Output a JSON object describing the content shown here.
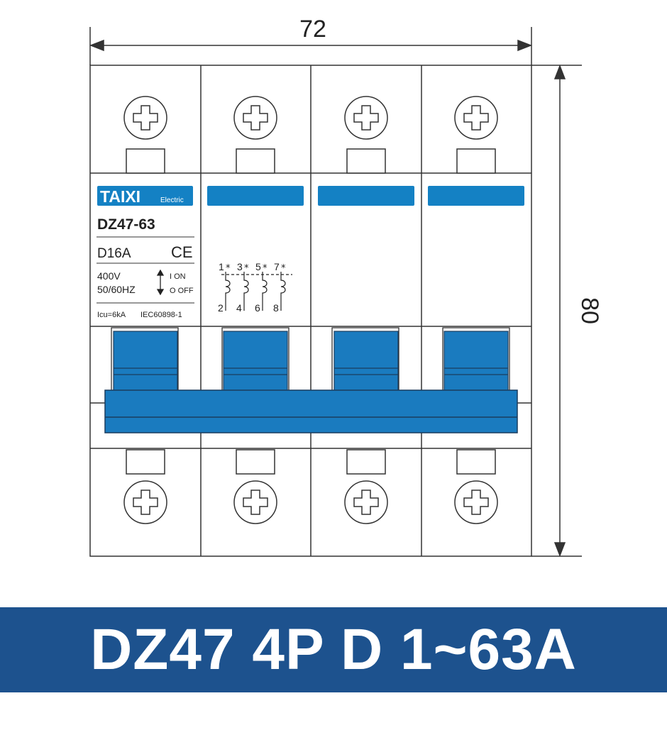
{
  "dimensions": {
    "width_label": "72",
    "height_label": "80"
  },
  "label": {
    "brand": "TAIXI",
    "brand_sub": "Electric",
    "model": "DZ47-63",
    "rating": "D16A",
    "ce_mark": "CE",
    "voltage": "400V",
    "frequency": "50/60HZ",
    "on_label": "I  ON",
    "off_label": "O OFF",
    "icu": "Icu=6kA",
    "standard": "IEC60898-1"
  },
  "terminals": {
    "top": [
      "1",
      "3",
      "5",
      "7"
    ],
    "bottom": [
      "2",
      "4",
      "6",
      "8"
    ]
  },
  "banner": {
    "title": "DZ47 4P D 1~63A"
  },
  "colors": {
    "blue": "#1481c4",
    "handle": "#1a7bbf",
    "banner": "#1d528e",
    "line": "#333333"
  }
}
